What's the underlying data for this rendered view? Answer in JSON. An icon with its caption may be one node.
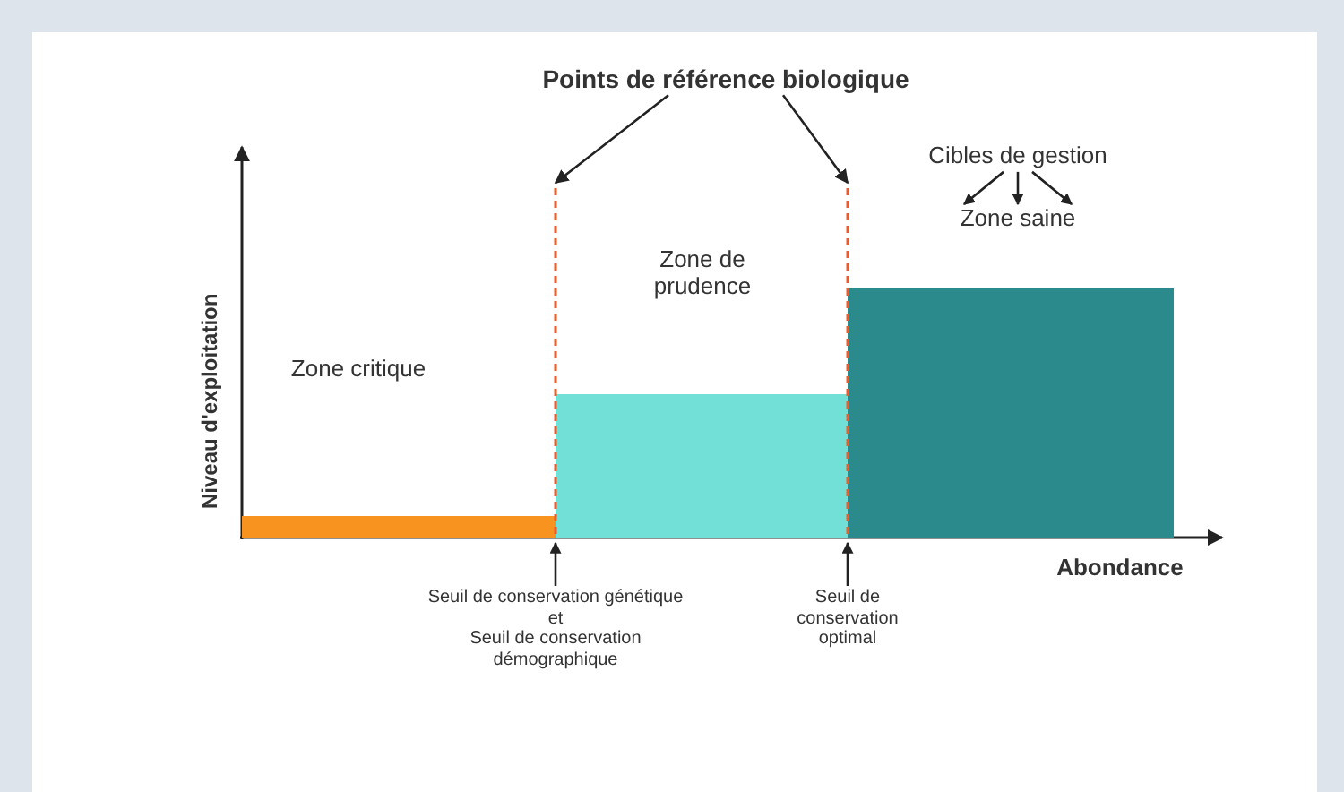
{
  "diagram": {
    "nodes": [
      {
        "text": [
          "Points de référence biologique"
        ]
      },
      {
        "text": [
          "Cibles de gestion"
        ]
      },
      {
        "text": [
          "Zone saine"
        ]
      },
      {
        "text": [],
        "shape": "line"
      },
      {
        "text": [],
        "shape": "line"
      },
      {
        "text": [],
        "shape": "bar"
      },
      {
        "text": [],
        "shape": "bar"
      },
      {
        "text": [],
        "shape": "bar"
      },
      {
        "text": [
          "Seuil de conservation génétique",
          "et",
          "Seuil de conservation démographique"
        ]
      },
      {
        "text": [
          "Seuil de conservation optimal"
        ]
      }
    ],
    "edges": [
      {
        "from": 0,
        "to": 3,
        "arrow": "to"
      },
      {
        "from": 0,
        "to": 4,
        "arrow": "to"
      },
      {
        "from": 1,
        "to": 2,
        "arrow": "to"
      },
      {
        "from": 1,
        "to": 2,
        "arrow": "to"
      },
      {
        "from": 1,
        "to": 2,
        "arrow": "to"
      },
      {
        "from": 8,
        "to": 3,
        "arrow": "to"
      },
      {
        "from": 9,
        "to": 4,
        "arrow": "to"
      }
    ],
    "labels": [
      "Niveau d'exploitation",
      "Zone de prudence",
      "Zone critique",
      "Abondance"
    ]
  }
}
